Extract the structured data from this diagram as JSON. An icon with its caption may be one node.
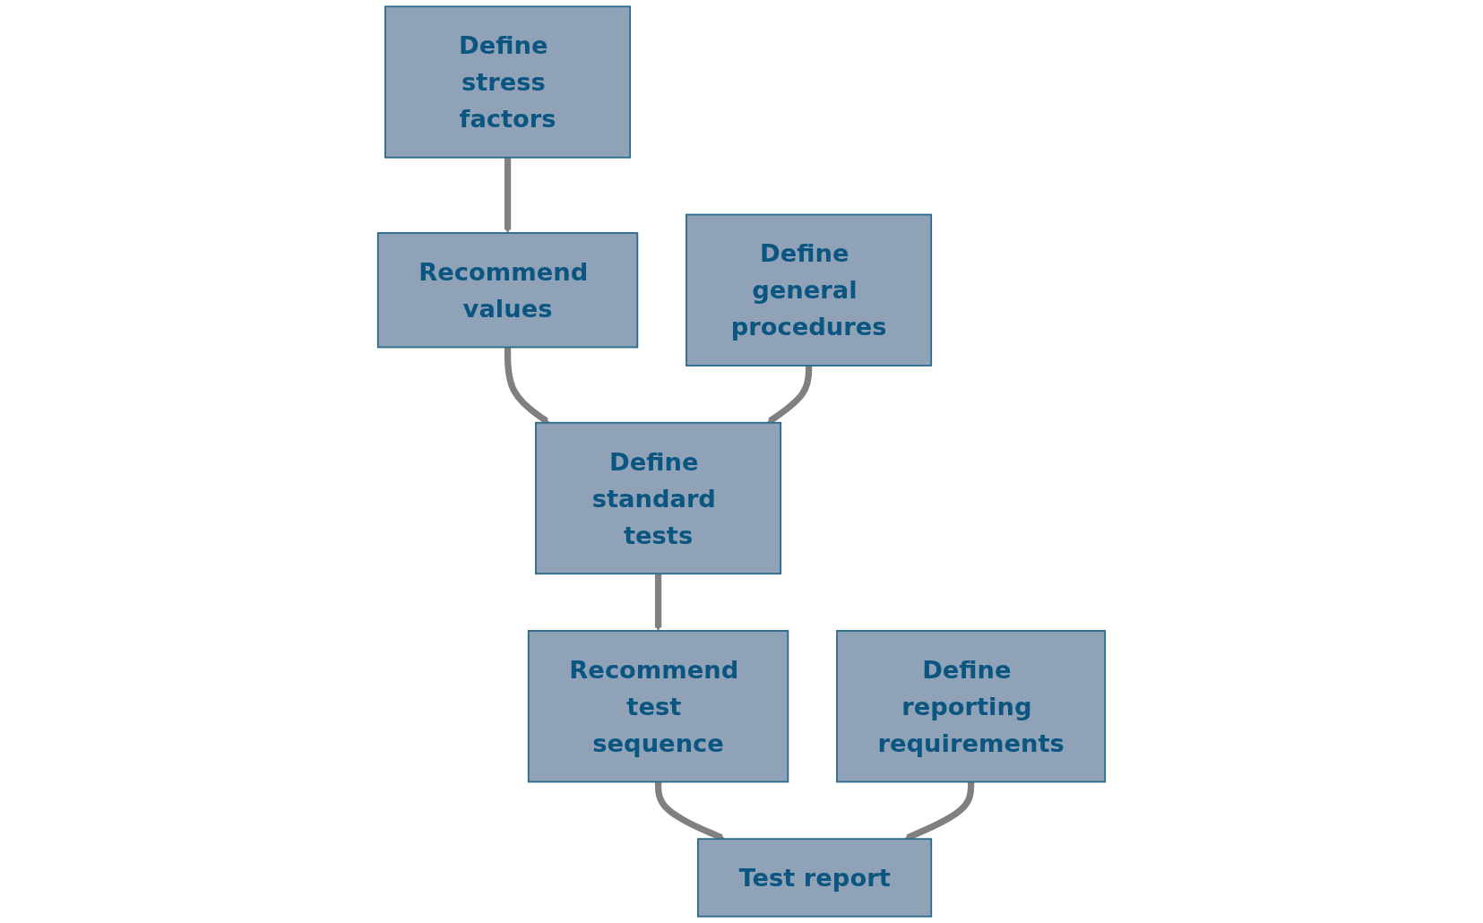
{
  "diagram": {
    "nodes": [
      {
        "text": [
          "Define stress factors"
        ]
      },
      {
        "text": [
          "Define general procedures"
        ]
      },
      {
        "text": [
          "Recommend values"
        ]
      },
      {
        "text": [
          "Define standard tests"
        ]
      },
      {
        "text": [
          "Recommend test sequence"
        ]
      },
      {
        "text": [
          "Define reporting requirements"
        ]
      },
      {
        "text": [
          "Test report"
        ]
      }
    ],
    "edges": [
      {
        "from": 0,
        "to": 2,
        "arrow": "to"
      },
      {
        "from": 2,
        "to": 3,
        "arrow": "to"
      },
      {
        "from": 1,
        "to": 3,
        "arrow": "to"
      },
      {
        "from": 3,
        "to": 4,
        "arrow": "to"
      },
      {
        "from": 4,
        "to": 6,
        "arrow": "to"
      },
      {
        "from": 5,
        "to": 6,
        "arrow": "to"
      }
    ]
  }
}
